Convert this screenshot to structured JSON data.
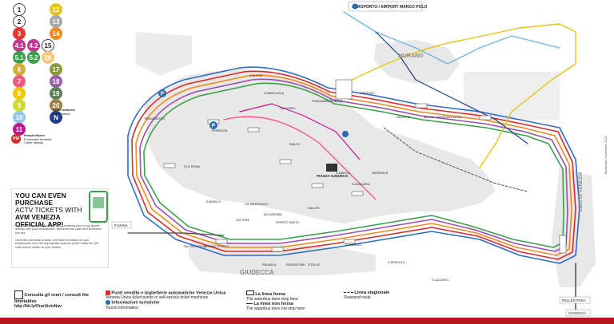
{
  "legend": {
    "lines": [
      {
        "label": "1",
        "color": "#ffffff",
        "light": true
      },
      {
        "label": "12",
        "color": "#e6c41a"
      },
      {
        "label": "2",
        "color": "#ffffff",
        "light": true
      },
      {
        "label": "13",
        "color": "#a9a9a9"
      },
      {
        "label": "3",
        "color": "#e7372e"
      },
      {
        "label": "14",
        "color": "#f28a1e"
      },
      {
        "label": "4.1",
        "color": "#c0388f"
      },
      {
        "label": "4.2",
        "color": "#c0388f"
      },
      {
        "label": "15",
        "color": "#ffffff",
        "light": true
      },
      {
        "label": "5.1",
        "color": "#3aa14a"
      },
      {
        "label": "5.2",
        "color": "#3aa14a"
      },
      {
        "label": "16",
        "color": "#f7c97b"
      },
      {
        "label": "6",
        "color": "#d4ad3a"
      },
      {
        "label": "17",
        "color": "#8a9b3d"
      },
      {
        "label": "7",
        "color": "#ef5d83"
      },
      {
        "label": "18",
        "color": "#9b5fa8"
      },
      {
        "label": "8",
        "color": "#f4c500"
      },
      {
        "label": "19",
        "color": "#5f7f5a"
      },
      {
        "label": "9",
        "color": "#cfd835"
      },
      {
        "label": "20",
        "color": "#a07f4a"
      },
      {
        "label": "10",
        "color": "#8fc9e8"
      },
      {
        "label": "N",
        "color": "#1f3e8c"
      },
      {
        "label": "11",
        "color": "#c5158e"
      }
    ],
    "night_label": "Linee notturne",
    "night_sub": "Night routes",
    "pm_label": "People Mover",
    "pm_sub": "Funicolare terrestre",
    "cable": "Cable railway"
  },
  "promo": {
    "title1": "YOU CAN EVEN PURCHASE",
    "title2": "ACTV TICKETS WITH",
    "title3": "AVM VENEZIA OFFICIAL APP!",
    "text1": "A quick and easy APP to download, enabling you to buy tickets directly with your smartphone, wherever you want and whenever you are.",
    "text2": "Once the purchase is done, the ticket is loaded on your smartphone near the appropriate scanner which reads the QR code that is visible on your screen."
  },
  "footer": {
    "timetables": "Consulta gli orari / consult the timetables",
    "url": "http://bit.ly/OrariActvNav",
    "sale": "Punti vendita e biglietterie automatiche Venezia Unica",
    "sale_sub": "Venezia Unica ticket points or self-service ticket machines",
    "info": "Informazioni turistiche",
    "info_sub": "Tourist information",
    "stop": "La linea ferma",
    "stop_sub": "The waterbus does stop here",
    "nostop": "La linea non ferma",
    "nostop_sub": "The waterbus does not stop here",
    "seasonal": "Linea stagionale",
    "seasonal_sub": "Seasonal route"
  },
  "places": {
    "airport": "AEROPORTO / AIRPORT MARCO POLO",
    "murano": "MURANO",
    "giudecca": "GIUDECCA",
    "lido": "LIDO DI VENEZIA",
    "piazza": "PIAZZA S.MARCO",
    "fusina": "FUSINA",
    "pellestrina": "PELLESTRINA",
    "chioggia": "CHIOGGIA"
  },
  "stops": [
    "S.MARCUOLA",
    "CA' D'ORO",
    "RIALTO",
    "S.MARCO",
    "ARSENALE",
    "S.ZACCARIA",
    "CA' REZZONICO",
    "ACCADEMIA",
    "SPIRITO SANTO",
    "SALUTE",
    "ZITELLE",
    "REDENTORE",
    "PALANCA",
    "S.GIORGIO",
    "S.SERVOLO",
    "S.LAZZARO",
    "ZATTERE",
    "S.BASILIO",
    "SACCA FISOLA",
    "MOLINO STUCKY",
    "CIMITERO",
    "CELESTIA",
    "BACINI - ARSENALE NORD",
    "FONDAMENTE NOVE",
    "S.ALVISE",
    "TRONCHETTO",
    "P.LE ROMA",
    "FERROVIA"
  ],
  "side_note": "Realizzato Novembre 2023"
}
